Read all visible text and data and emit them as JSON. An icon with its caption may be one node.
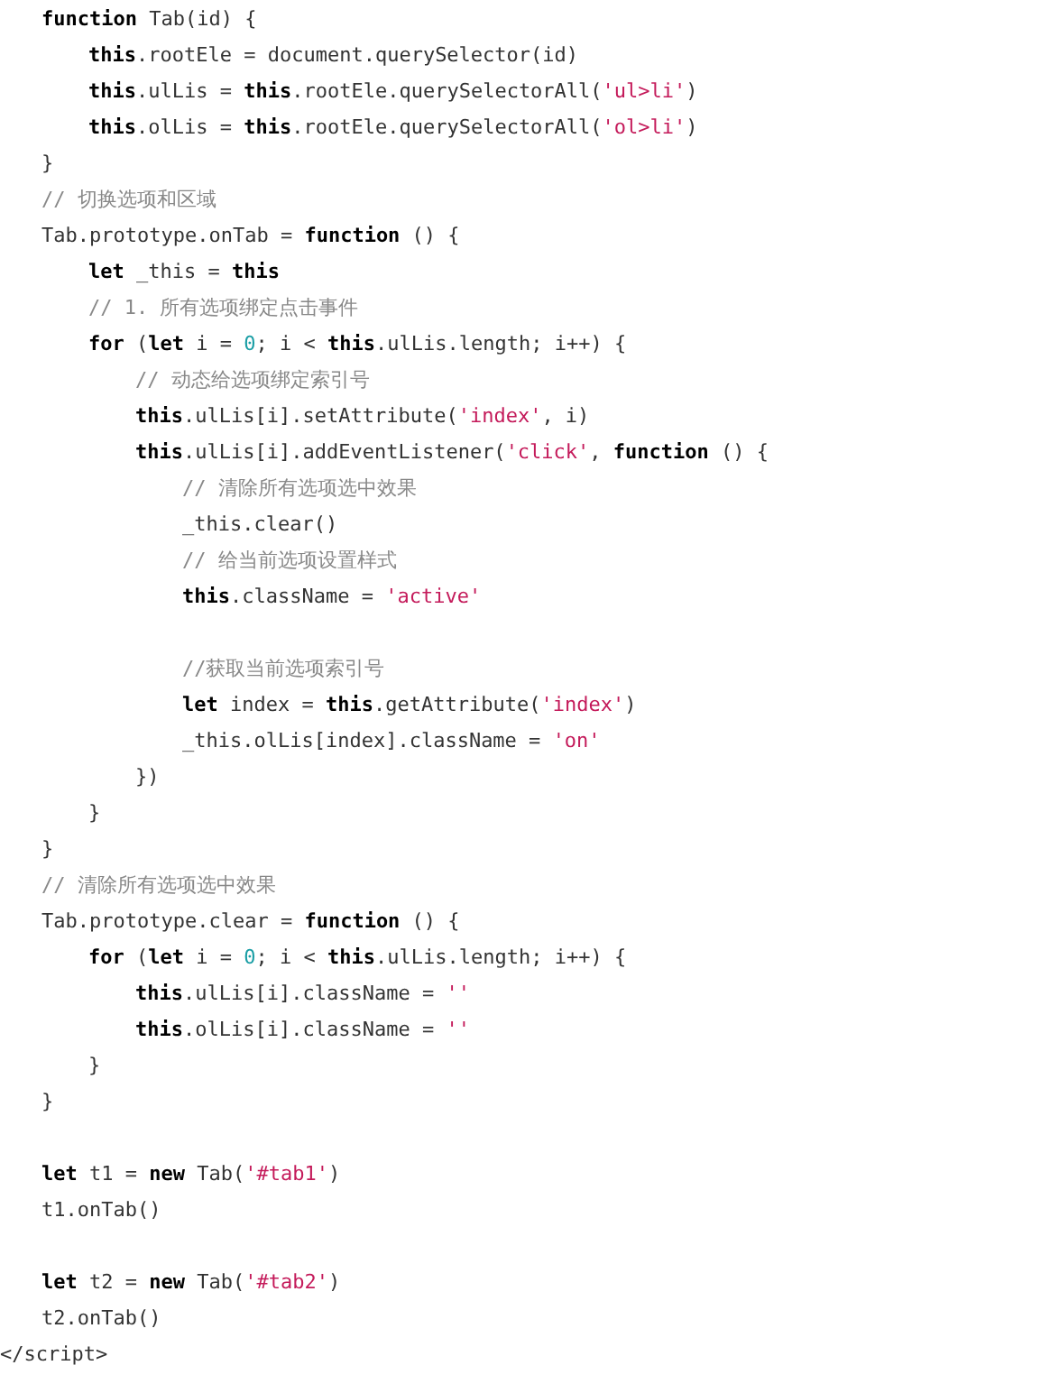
{
  "diagram": {
    "labels": [
      "**function** Tab(id) {",
      "**this**.rootEle = document.querySelector(id)",
      "**this**.ulLis = **this**.rootEle.querySelectorAll('ul>li')",
      "**this**.olLis = **this**.rootEle.querySelectorAll('ol>li')",
      "}",
      "// 切换选项和区域",
      "Tab.prototype.onTab = **function** () {",
      "**let** _this = **this**",
      "// 1. 所有选项绑定点击事件",
      "**for** (**let** i = 0; i < **this**.ulLis.length; i++) {",
      "// 动态给选项绑定索引号",
      "**this**.ulLis[i].setAttribute('index', i)",
      "**this**.ulLis[i].addEventListener('click', **function** () {",
      "// 清除所有选项选中效果",
      "_this.clear()",
      "// 给当前选项设置样式",
      "**this**.className = 'active'",
      "//获取当前选项索引号",
      "**let** index = **this**.getAttribute('index')",
      "_this.olLis[index].className = 'on'",
      "})",
      "}",
      "}",
      "// 清除所有选项选中效果",
      "Tab.prototype.clear = **function** () {",
      "**for** (**let** i = 0; i < **this**.ulLis.length; i++) {",
      "**this**.ulLis[i].className = ''",
      "**this**.olLis[i].className = ''",
      "}",
      "}",
      "**let** t1 = **new** Tab('#tab1')",
      "t1.onTab()",
      "**let** t2 = **new** Tab('#tab2')",
      "t2.onTab()",
      "</script>"
    ]
  }
}
